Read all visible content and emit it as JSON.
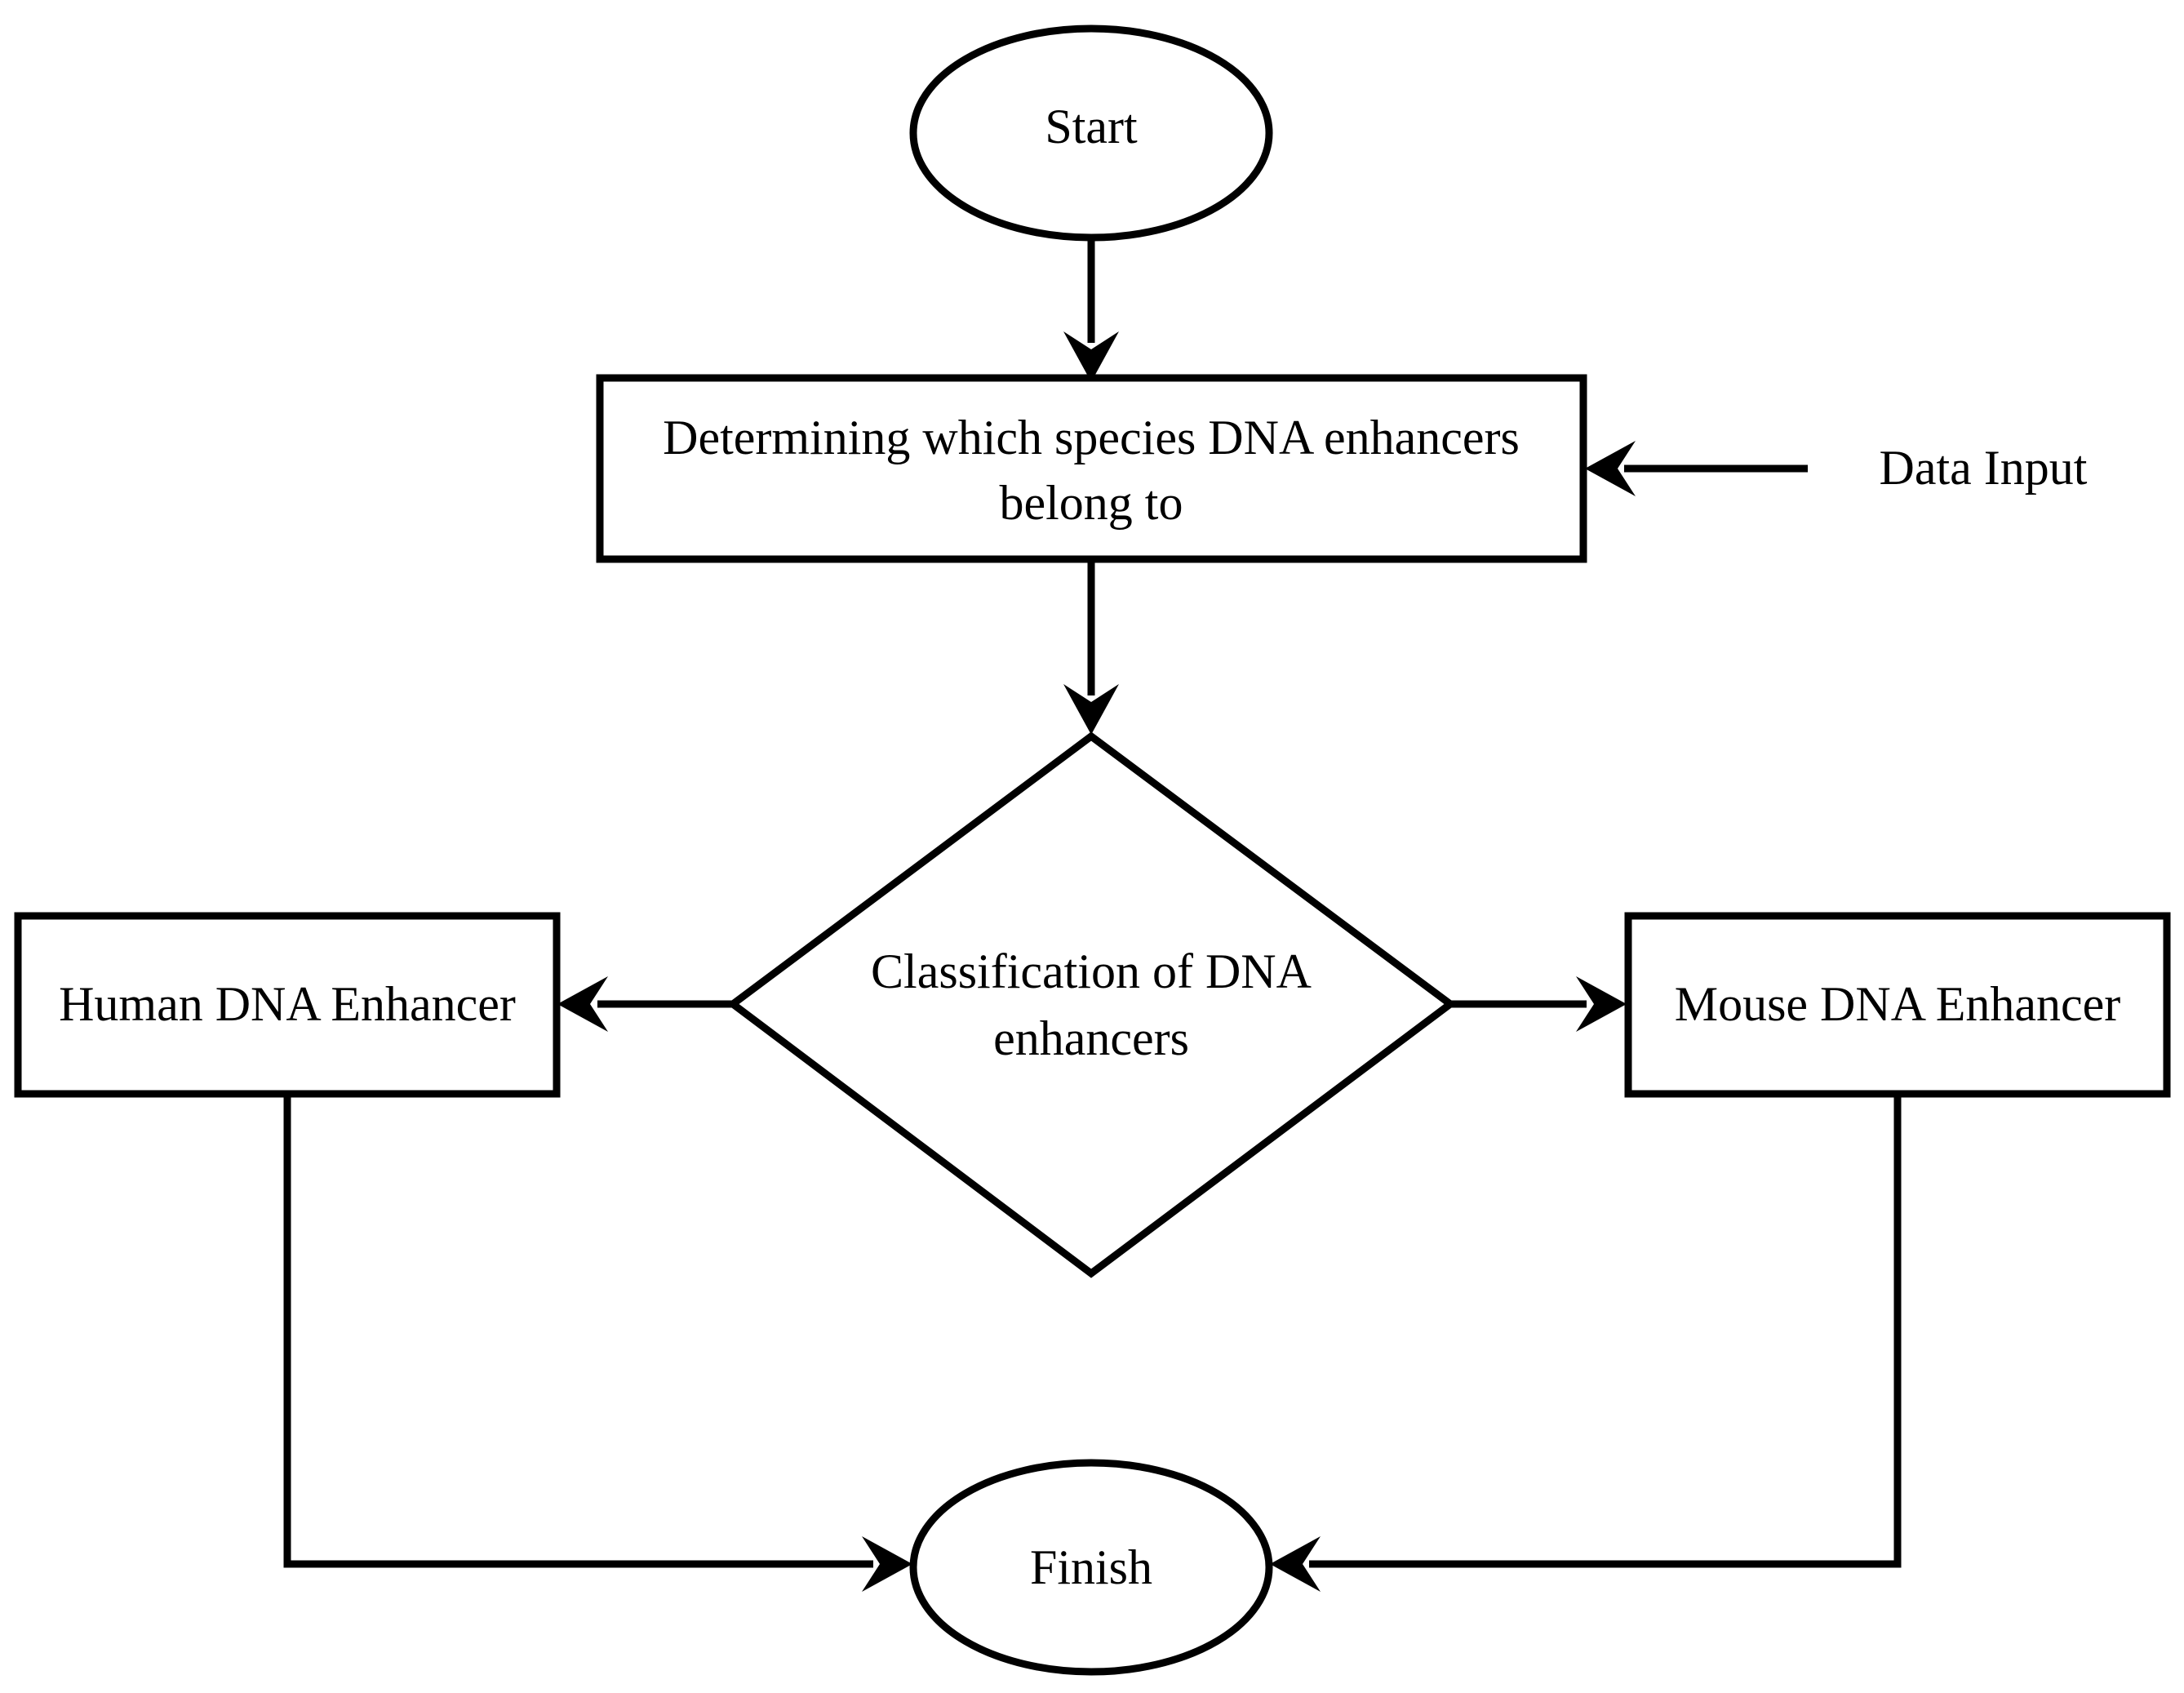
{
  "nodes": {
    "start": "Start",
    "determine": [
      "Determining which species DNA enhancers",
      "belong to"
    ],
    "data_input": "Data Input",
    "classify": [
      "Classification of DNA",
      "enhancers"
    ],
    "human": "Human DNA Enhancer",
    "mouse": "Mouse DNA Enhancer",
    "finish": "Finish"
  }
}
